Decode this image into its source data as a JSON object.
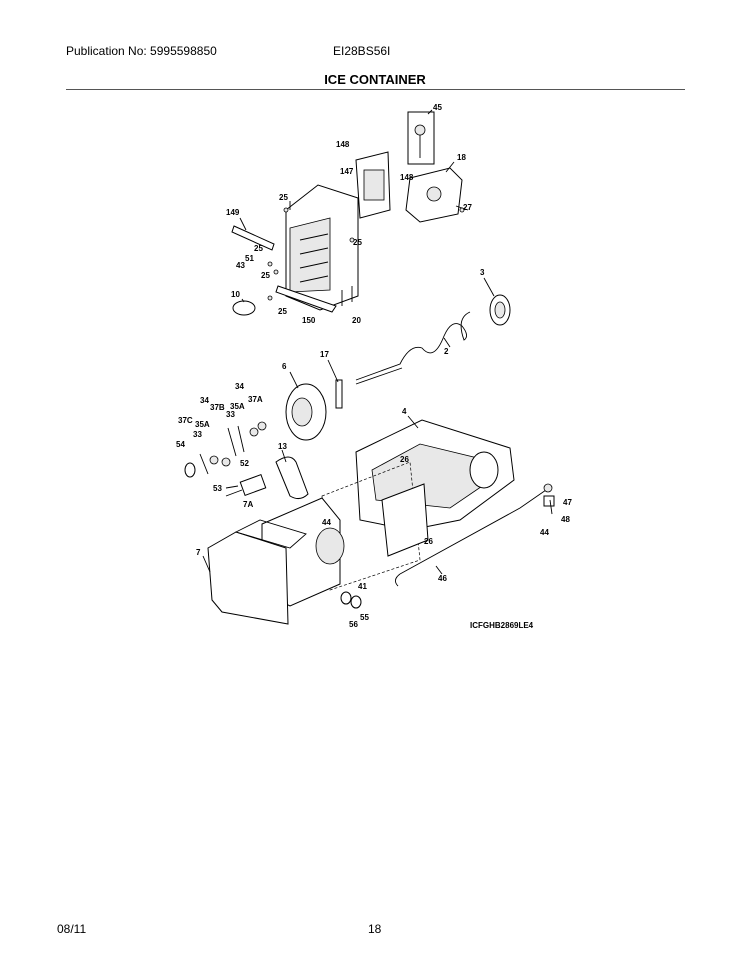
{
  "header": {
    "publication": "Publication No: 5995598850",
    "model": "EI28BS56I",
    "title": "ICE CONTAINER"
  },
  "footer": {
    "date": "08/11",
    "page": "18"
  },
  "diagram": {
    "drawing_code": "ICFGHB2869LE4",
    "callouts": [
      "45",
      "148",
      "147",
      "148",
      "18",
      "25",
      "27",
      "149",
      "25",
      "25",
      "43",
      "51",
      "25",
      "3",
      "10",
      "25",
      "150",
      "20",
      "2",
      "6",
      "17",
      "34",
      "34",
      "37B",
      "35A",
      "37A",
      "4",
      "37C",
      "35A",
      "33",
      "33",
      "54",
      "52",
      "13",
      "26",
      "53",
      "7A",
      "44",
      "47",
      "48",
      "44",
      "26",
      "7",
      "41",
      "46",
      "55",
      "56"
    ]
  }
}
